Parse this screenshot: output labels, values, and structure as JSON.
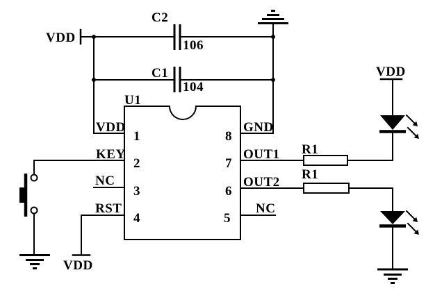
{
  "colors": {
    "ink": "#000000",
    "background": "#ffffff"
  },
  "ic": {
    "ref": "U1",
    "left_pins": [
      {
        "num": "1",
        "label": "VDD"
      },
      {
        "num": "2",
        "label": "KEY"
      },
      {
        "num": "3",
        "label": "NC"
      },
      {
        "num": "4",
        "label": "RST"
      }
    ],
    "right_pins": [
      {
        "num": "8",
        "label": "GND"
      },
      {
        "num": "7",
        "label": "OUT1"
      },
      {
        "num": "6",
        "label": "OUT2"
      },
      {
        "num": "5",
        "label": "NC"
      }
    ]
  },
  "capacitors": [
    {
      "ref": "C2",
      "value": "106"
    },
    {
      "ref": "C1",
      "value": "104"
    }
  ],
  "resistors": [
    {
      "ref": "R1"
    },
    {
      "ref": "R1"
    }
  ],
  "power": {
    "vdd_left": "VDD",
    "vdd_rst": "VDD",
    "vdd_led": "VDD"
  }
}
